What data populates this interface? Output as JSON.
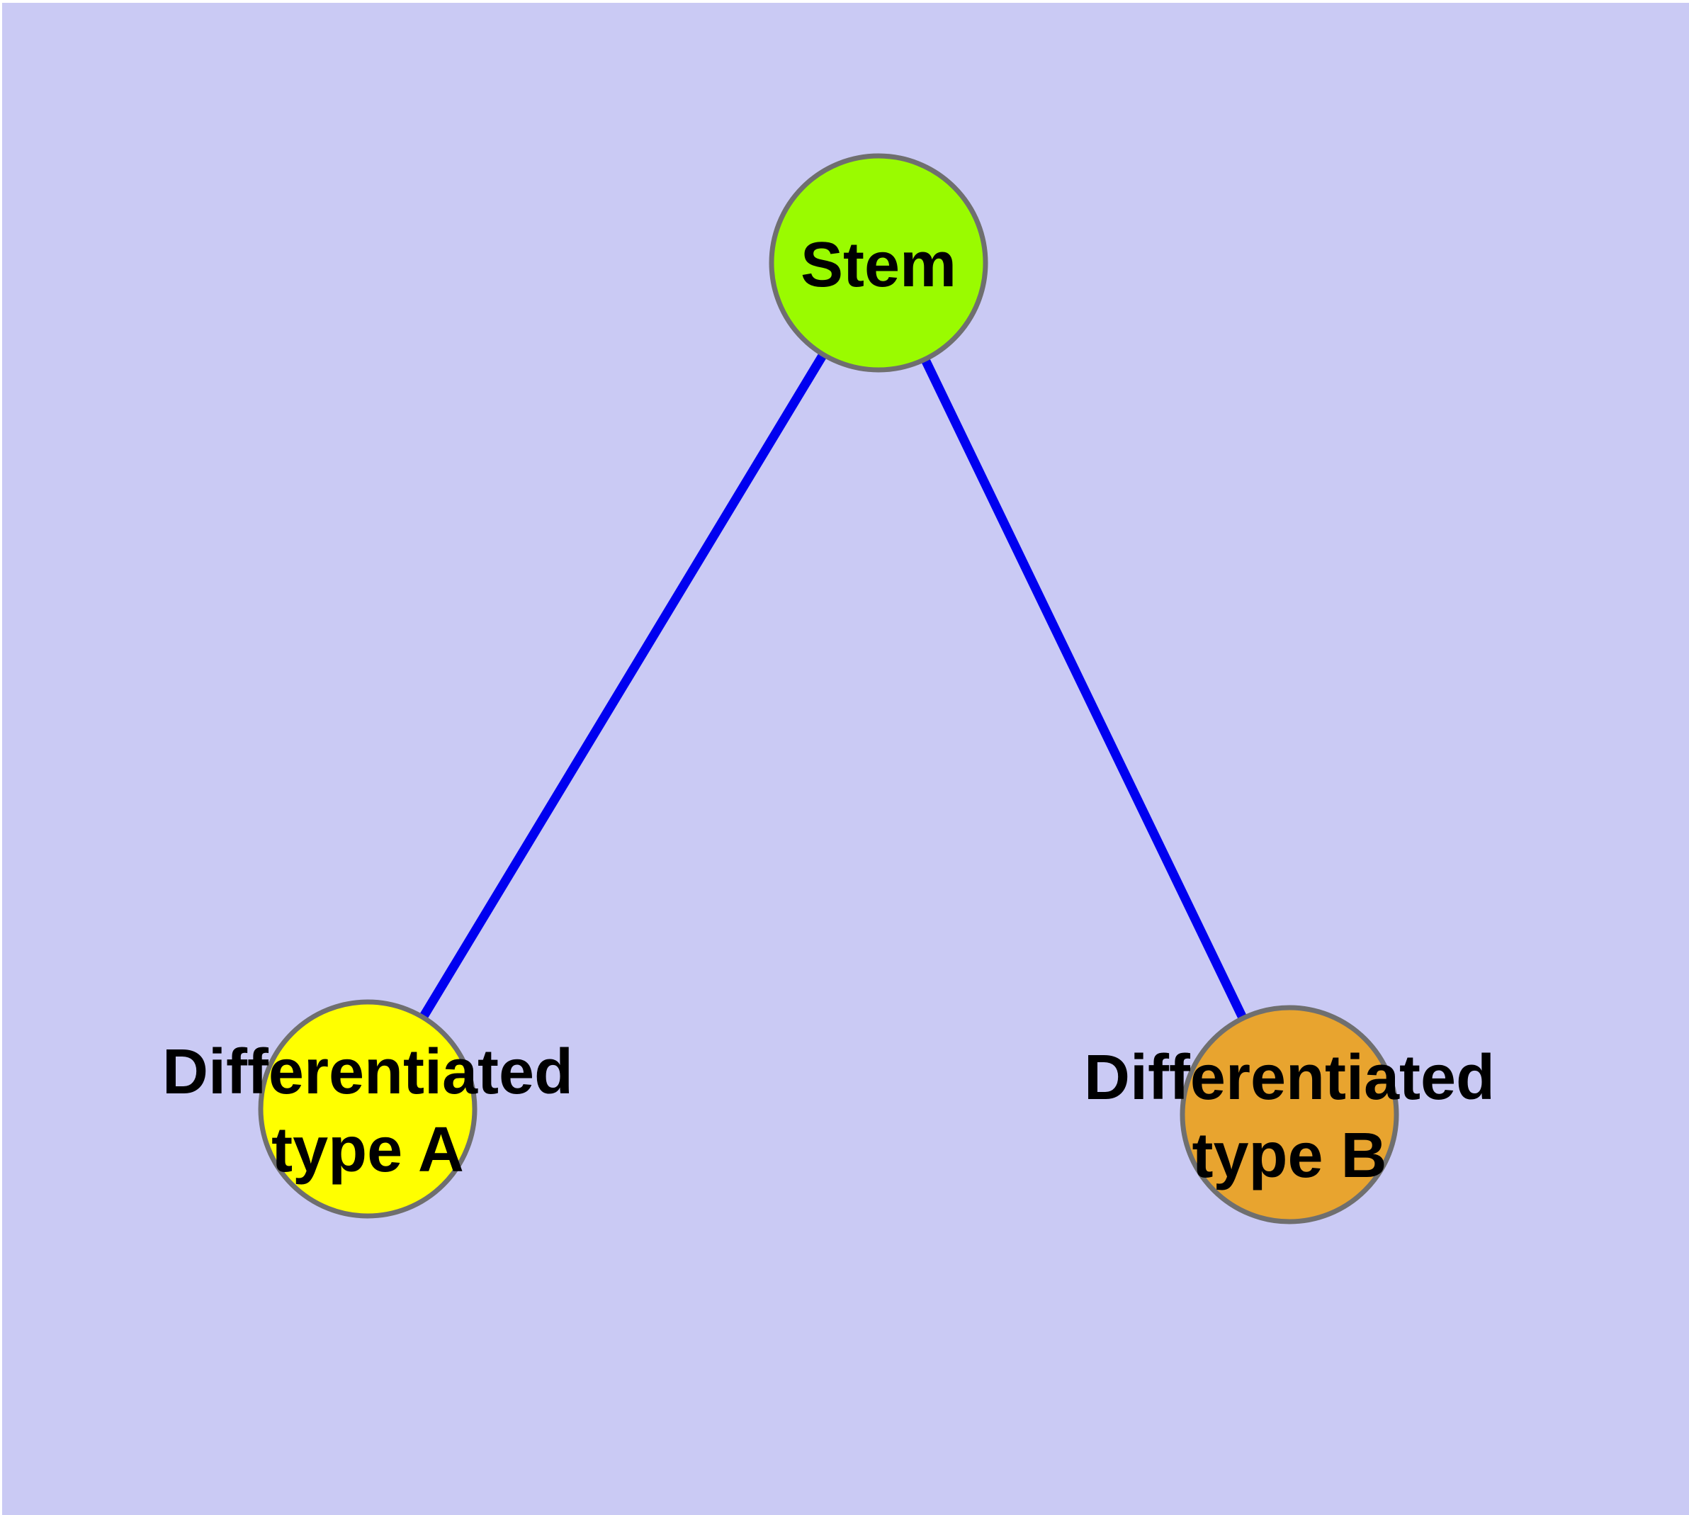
{
  "diagram": {
    "type": "node-link-graph",
    "background_color": "#CACAF4",
    "margin_color": "#FFFFFF",
    "edge_color": "#0000F0",
    "node_border_color": "#6F6F6F",
    "label_color": "#000000",
    "nodes": {
      "stem": {
        "label": "Stem",
        "fill": "#9AFB00"
      },
      "type_a": {
        "label": "Differentiated type A",
        "label_line1": "Differentiated",
        "label_line2": "type A",
        "fill": "#FFFF00"
      },
      "type_b": {
        "label": "Differentiated type B",
        "label_line1": "Differentiated",
        "label_line2": "type B",
        "fill": "#E8A42F"
      }
    },
    "edges": [
      {
        "from": "Stem",
        "to": "Differentiated type A"
      },
      {
        "from": "Stem",
        "to": "Differentiated type B"
      }
    ]
  }
}
